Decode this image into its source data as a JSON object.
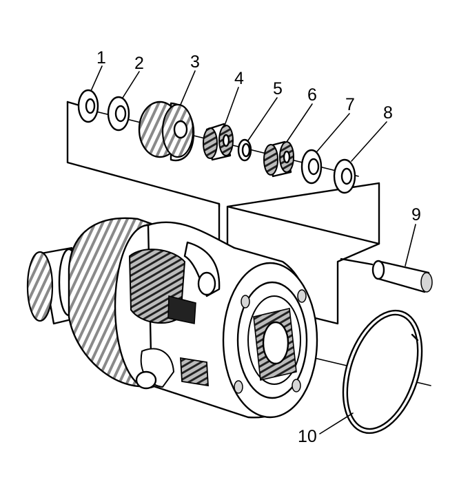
{
  "diagram": {
    "callouts": [
      {
        "label": "1"
      },
      {
        "label": "2"
      },
      {
        "label": "3"
      },
      {
        "label": "4"
      },
      {
        "label": "5"
      },
      {
        "label": "6"
      },
      {
        "label": "7"
      },
      {
        "label": "8"
      },
      {
        "label": "9"
      },
      {
        "label": "10"
      }
    ]
  }
}
